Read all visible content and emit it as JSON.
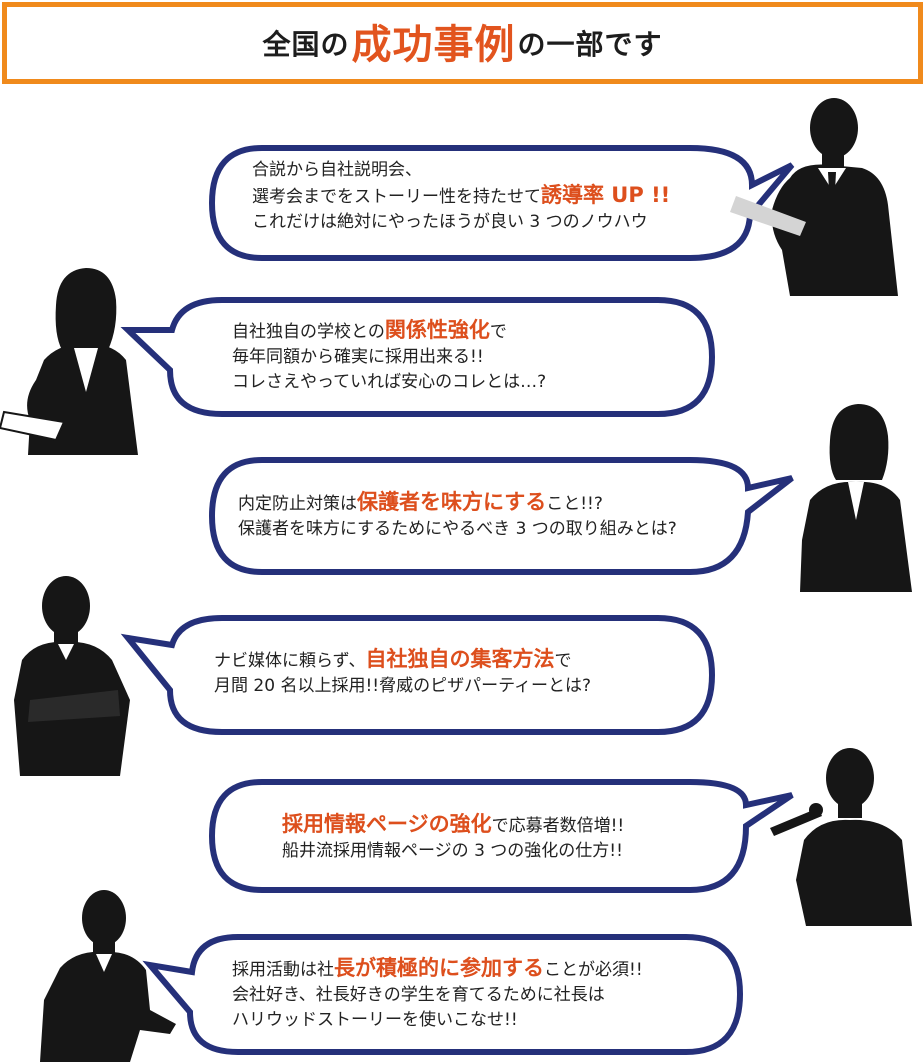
{
  "header": {
    "prefix": "全国の",
    "highlight": "成功事例",
    "suffix": "の一部です"
  },
  "cases": [
    {
      "lines": [
        {
          "parts": [
            {
              "t": "合説から自社説明会、"
            }
          ]
        },
        {
          "parts": [
            {
              "t": "選考会までをストーリー性を持たせて"
            },
            {
              "t": "誘導率 UP !!",
              "em": true
            }
          ]
        },
        {
          "parts": [
            {
              "t": "これだけは絶対にやったほうが良い 3 つのノウハウ"
            }
          ]
        }
      ]
    },
    {
      "lines": [
        {
          "parts": [
            {
              "t": "自社独自の学校との"
            },
            {
              "t": "関係性強化",
              "em": true
            },
            {
              "t": "で"
            }
          ]
        },
        {
          "parts": [
            {
              "t": "毎年同額から確実に採用出来る!!"
            }
          ]
        },
        {
          "parts": [
            {
              "t": "コレさえやっていれば安心のコレとは…?"
            }
          ]
        }
      ]
    },
    {
      "lines": [
        {
          "parts": [
            {
              "t": "内定防止対策は"
            },
            {
              "t": "保護者を味方にする",
              "em": true
            },
            {
              "t": "こと!!?"
            }
          ]
        },
        {
          "parts": [
            {
              "t": "保護者を味方にするためにやるべき 3 つの取り組みとは?"
            }
          ]
        }
      ]
    },
    {
      "lines": [
        {
          "parts": [
            {
              "t": "ナビ媒体に頼らず、"
            },
            {
              "t": "自社独自の集客方法",
              "em": true
            },
            {
              "t": "で"
            }
          ]
        },
        {
          "parts": [
            {
              "t": "月間 20 名以上採用!!脅威のピザパーティーとは?"
            }
          ]
        }
      ]
    },
    {
      "lines": [
        {
          "parts": [
            {
              "t": "採用情報ページの強化",
              "em": true
            },
            {
              "t": "で応募者数倍増!!"
            }
          ]
        },
        {
          "parts": [
            {
              "t": "船井流採用情報ページの 3 つの強化の仕方!!"
            }
          ]
        }
      ]
    },
    {
      "lines": [
        {
          "parts": [
            {
              "t": "採用活動は社"
            },
            {
              "t": "長が積極的に参加する",
              "em": true
            },
            {
              "t": "ことが必須!!"
            }
          ]
        },
        {
          "parts": [
            {
              "t": "会社好き、社長好きの学生を育てるために社長は"
            }
          ]
        },
        {
          "parts": [
            {
              "t": "ハリウッドストーリーを使いこなせ!!"
            }
          ]
        }
      ]
    }
  ],
  "colors": {
    "border": "#f08a1c",
    "accent": "#e2541e",
    "bubble_stroke": "#25307a",
    "silhouette": "#161616"
  }
}
